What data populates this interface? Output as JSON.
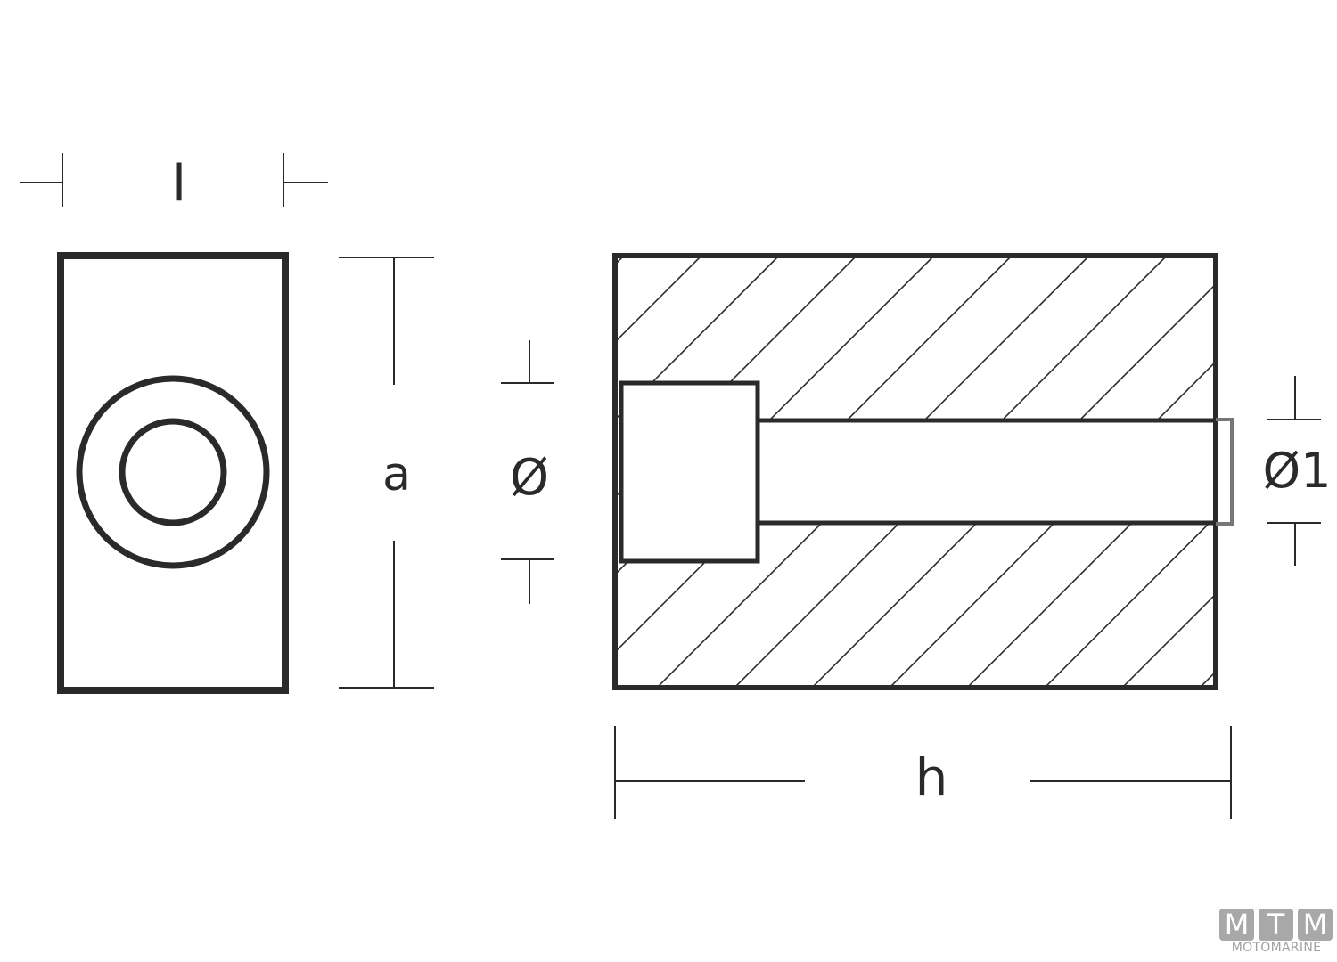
{
  "labels": {
    "width": "l",
    "height": "a",
    "diameter": "Ø",
    "diameter_1": "Ø1",
    "length": "h"
  },
  "logo": {
    "letters": [
      "M",
      "T",
      "M"
    ],
    "text": "MOTOMARINE"
  },
  "colors": {
    "line": "#2a2a2a",
    "accent_bracket": "#777777",
    "logo": "#a8a8a8"
  }
}
